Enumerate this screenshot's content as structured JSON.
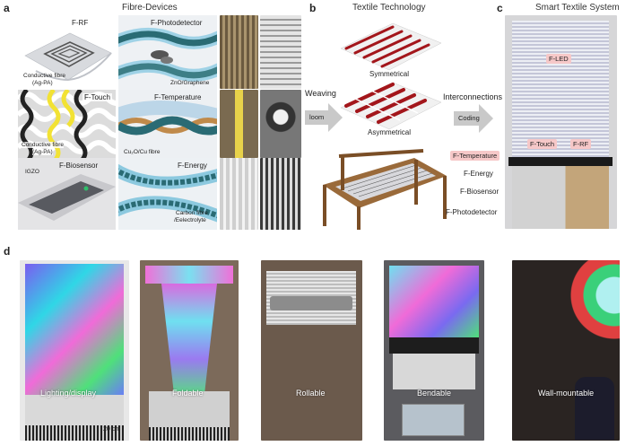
{
  "panels": {
    "a": {
      "letter": "a",
      "title": "Fibre-Devices",
      "rf": {
        "name": "F-RF",
        "fibre_label_1": "Conductive fibre",
        "fibre_label_2": "(Ag-PA)"
      },
      "photodetector": {
        "name": "F-Photodetector",
        "material": "ZnO/Graphene"
      },
      "touch": {
        "name": "F-Touch",
        "fibre_label_1": "Conductive fibre",
        "fibre_label_2": "(Ag-PA)"
      },
      "temperature": {
        "name": "F-Temperature",
        "material": "Cu₂O/Cu fibre"
      },
      "biosensor": {
        "name": "F-Biosensor",
        "material": "IGZO"
      },
      "energy": {
        "name": "F-Energy",
        "material_1": "Carbon fibre",
        "material_2": "/Eelectrolyte"
      }
    },
    "b": {
      "letter": "b",
      "title": "Textile Technology",
      "symmetrical": "Symmetrical",
      "asymmetrical": "Asymmetrical",
      "weaving": "Weaving",
      "loom": "loom",
      "interconnections": "Interconnections",
      "coding": "Coding"
    },
    "c": {
      "letter": "c",
      "title": "Smart Textile System",
      "led": "F-LED",
      "touch": "F-Touch",
      "rf": "F-RF",
      "temperature": "F-Temperature",
      "energy": "F-Energy",
      "biosensor": "F-Biosensor",
      "photodetector": "F-Photodetector"
    },
    "d": {
      "letter": "d",
      "captions": [
        "Lighting/display",
        "Foldable",
        "Rollable",
        "Bendable",
        "Wall-mountable"
      ],
      "scale_bar": "20 cm"
    }
  },
  "colors": {
    "arrow_gray": "#c9c9c9",
    "label_pink": "#f6c8c8",
    "fibre_teal": "#2a6b74",
    "touch_yellow": "#f2e234",
    "weave_red": "#a3161b"
  }
}
